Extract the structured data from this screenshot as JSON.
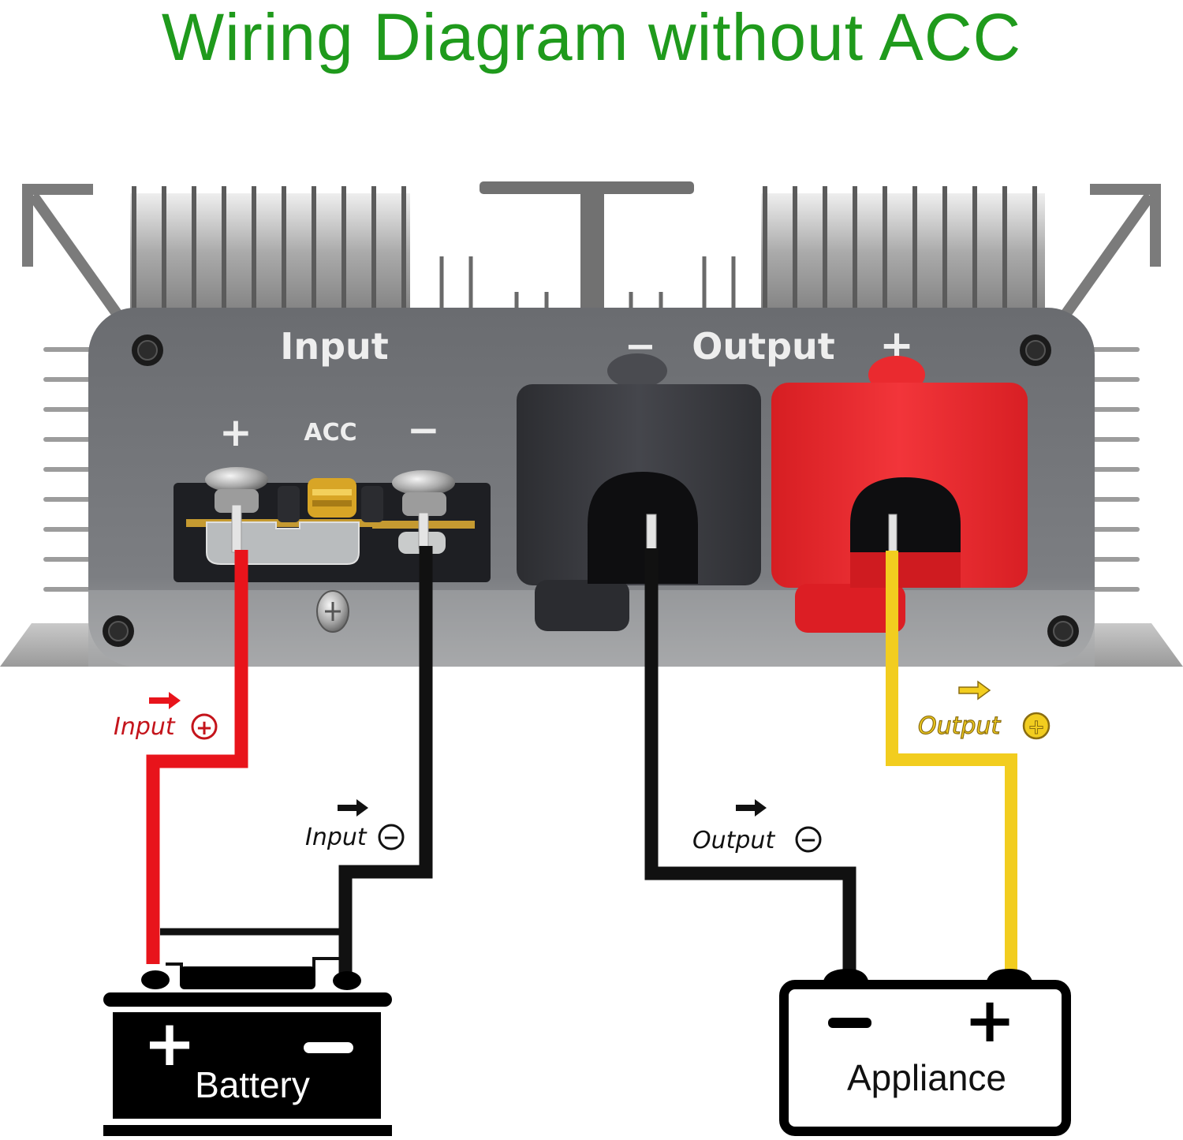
{
  "title": "Wiring Diagram without ACC",
  "device": {
    "input_label": "Input",
    "output_label": "Output",
    "input_terminals": [
      "+",
      "ACC",
      "−"
    ],
    "output_minus": "−",
    "output_plus": "+"
  },
  "wires": [
    {
      "id": "input-positive",
      "label": "Input",
      "symbol": "+",
      "color": "#e8141b"
    },
    {
      "id": "input-negative",
      "label": "Input",
      "symbol": "−",
      "color": "#111111"
    },
    {
      "id": "output-negative",
      "label": "Output",
      "symbol": "−",
      "color": "#111111"
    },
    {
      "id": "output-positive",
      "label": "Output",
      "symbol": "+",
      "color": "#f2cd1f"
    }
  ],
  "battery": {
    "label": "Battery",
    "plus": "+",
    "minus": "−"
  },
  "appliance": {
    "label": "Appliance",
    "plus": "+",
    "minus": "−"
  },
  "colors": {
    "title": "#1f9a1c",
    "panel": "#6e7074",
    "red_wire": "#e8141b",
    "black_wire": "#111111",
    "yellow_wire": "#f2cd1f",
    "red_cap": "#e8262a",
    "black_cap": "#3a3b40"
  }
}
